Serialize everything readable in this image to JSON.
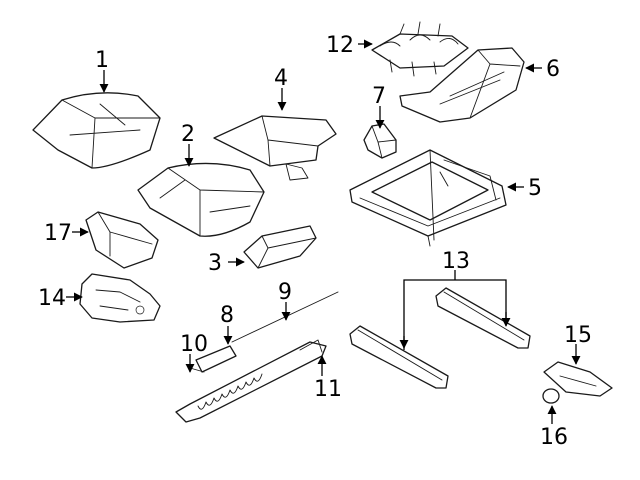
{
  "diagram": {
    "type": "exploded-parts-diagram",
    "line_color": "#1a1a1a",
    "background": "#ffffff",
    "callouts": [
      {
        "id": "c1",
        "label": "1"
      },
      {
        "id": "c2",
        "label": "2"
      },
      {
        "id": "c3",
        "label": "3"
      },
      {
        "id": "c4",
        "label": "4"
      },
      {
        "id": "c5",
        "label": "5"
      },
      {
        "id": "c6",
        "label": "6"
      },
      {
        "id": "c7",
        "label": "7"
      },
      {
        "id": "c8",
        "label": "8"
      },
      {
        "id": "c9",
        "label": "9"
      },
      {
        "id": "c10",
        "label": "10"
      },
      {
        "id": "c11",
        "label": "11"
      },
      {
        "id": "c12",
        "label": "12"
      },
      {
        "id": "c13",
        "label": "13"
      },
      {
        "id": "c14",
        "label": "14"
      },
      {
        "id": "c15",
        "label": "15"
      },
      {
        "id": "c16",
        "label": "16"
      },
      {
        "id": "c17",
        "label": "17"
      }
    ]
  }
}
